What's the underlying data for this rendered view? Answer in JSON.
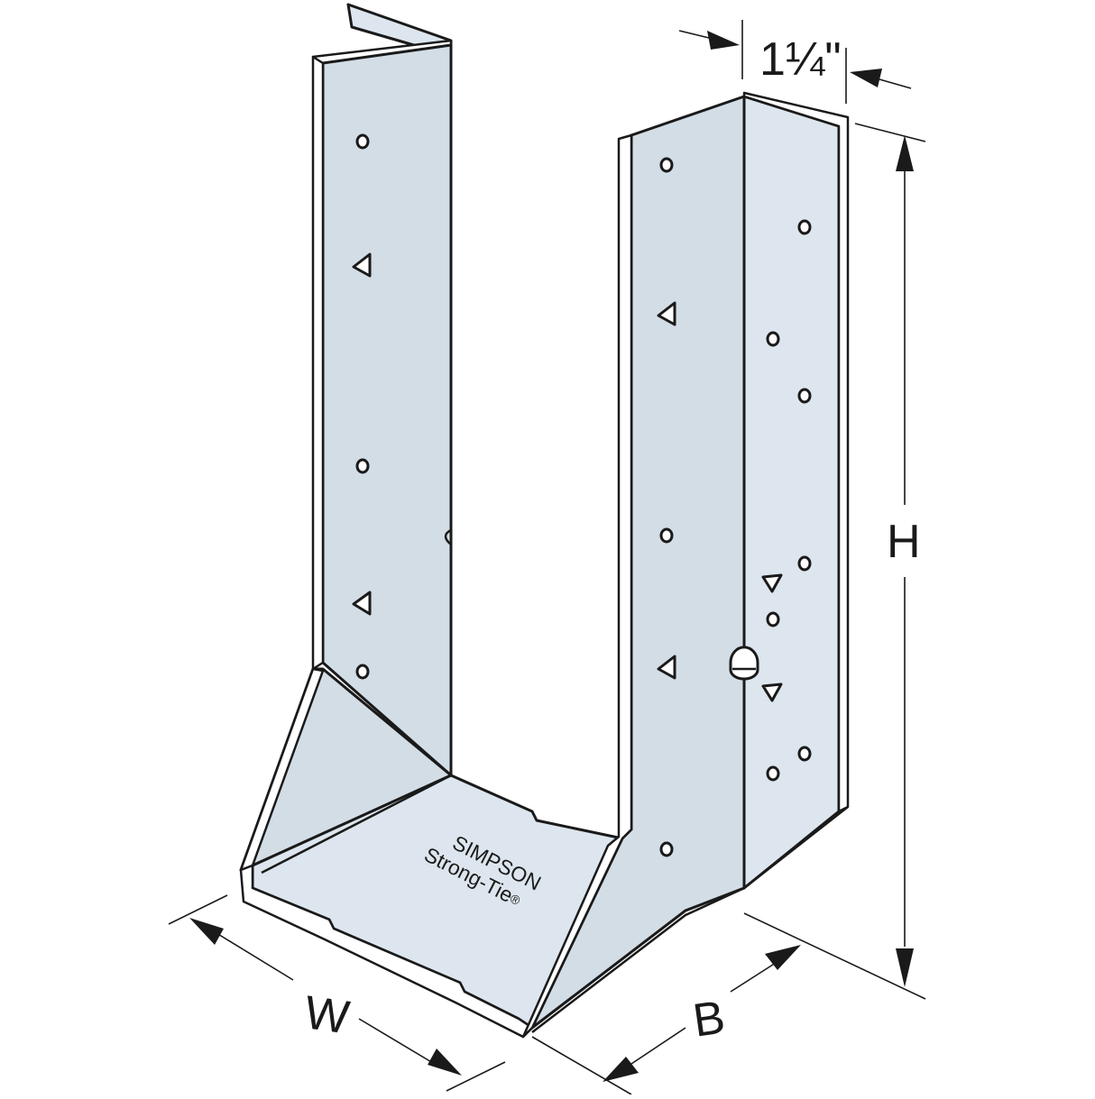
{
  "diagram": {
    "subject": "Face-mount joist hanger",
    "fill_color": "#d3dde6",
    "line_color": "#1a1a1a",
    "background": "#ffffff",
    "brand": {
      "line1": "SIMPSON",
      "line2": "Strong-Tie",
      "mark": "®"
    },
    "dimensions": {
      "flange_width": "1¼\"",
      "height": "H",
      "width": "W",
      "bearing": "B"
    },
    "features": {
      "round_nail_holes": 16,
      "triangle_dome_holes": 6,
      "obround_slot": 1
    }
  }
}
